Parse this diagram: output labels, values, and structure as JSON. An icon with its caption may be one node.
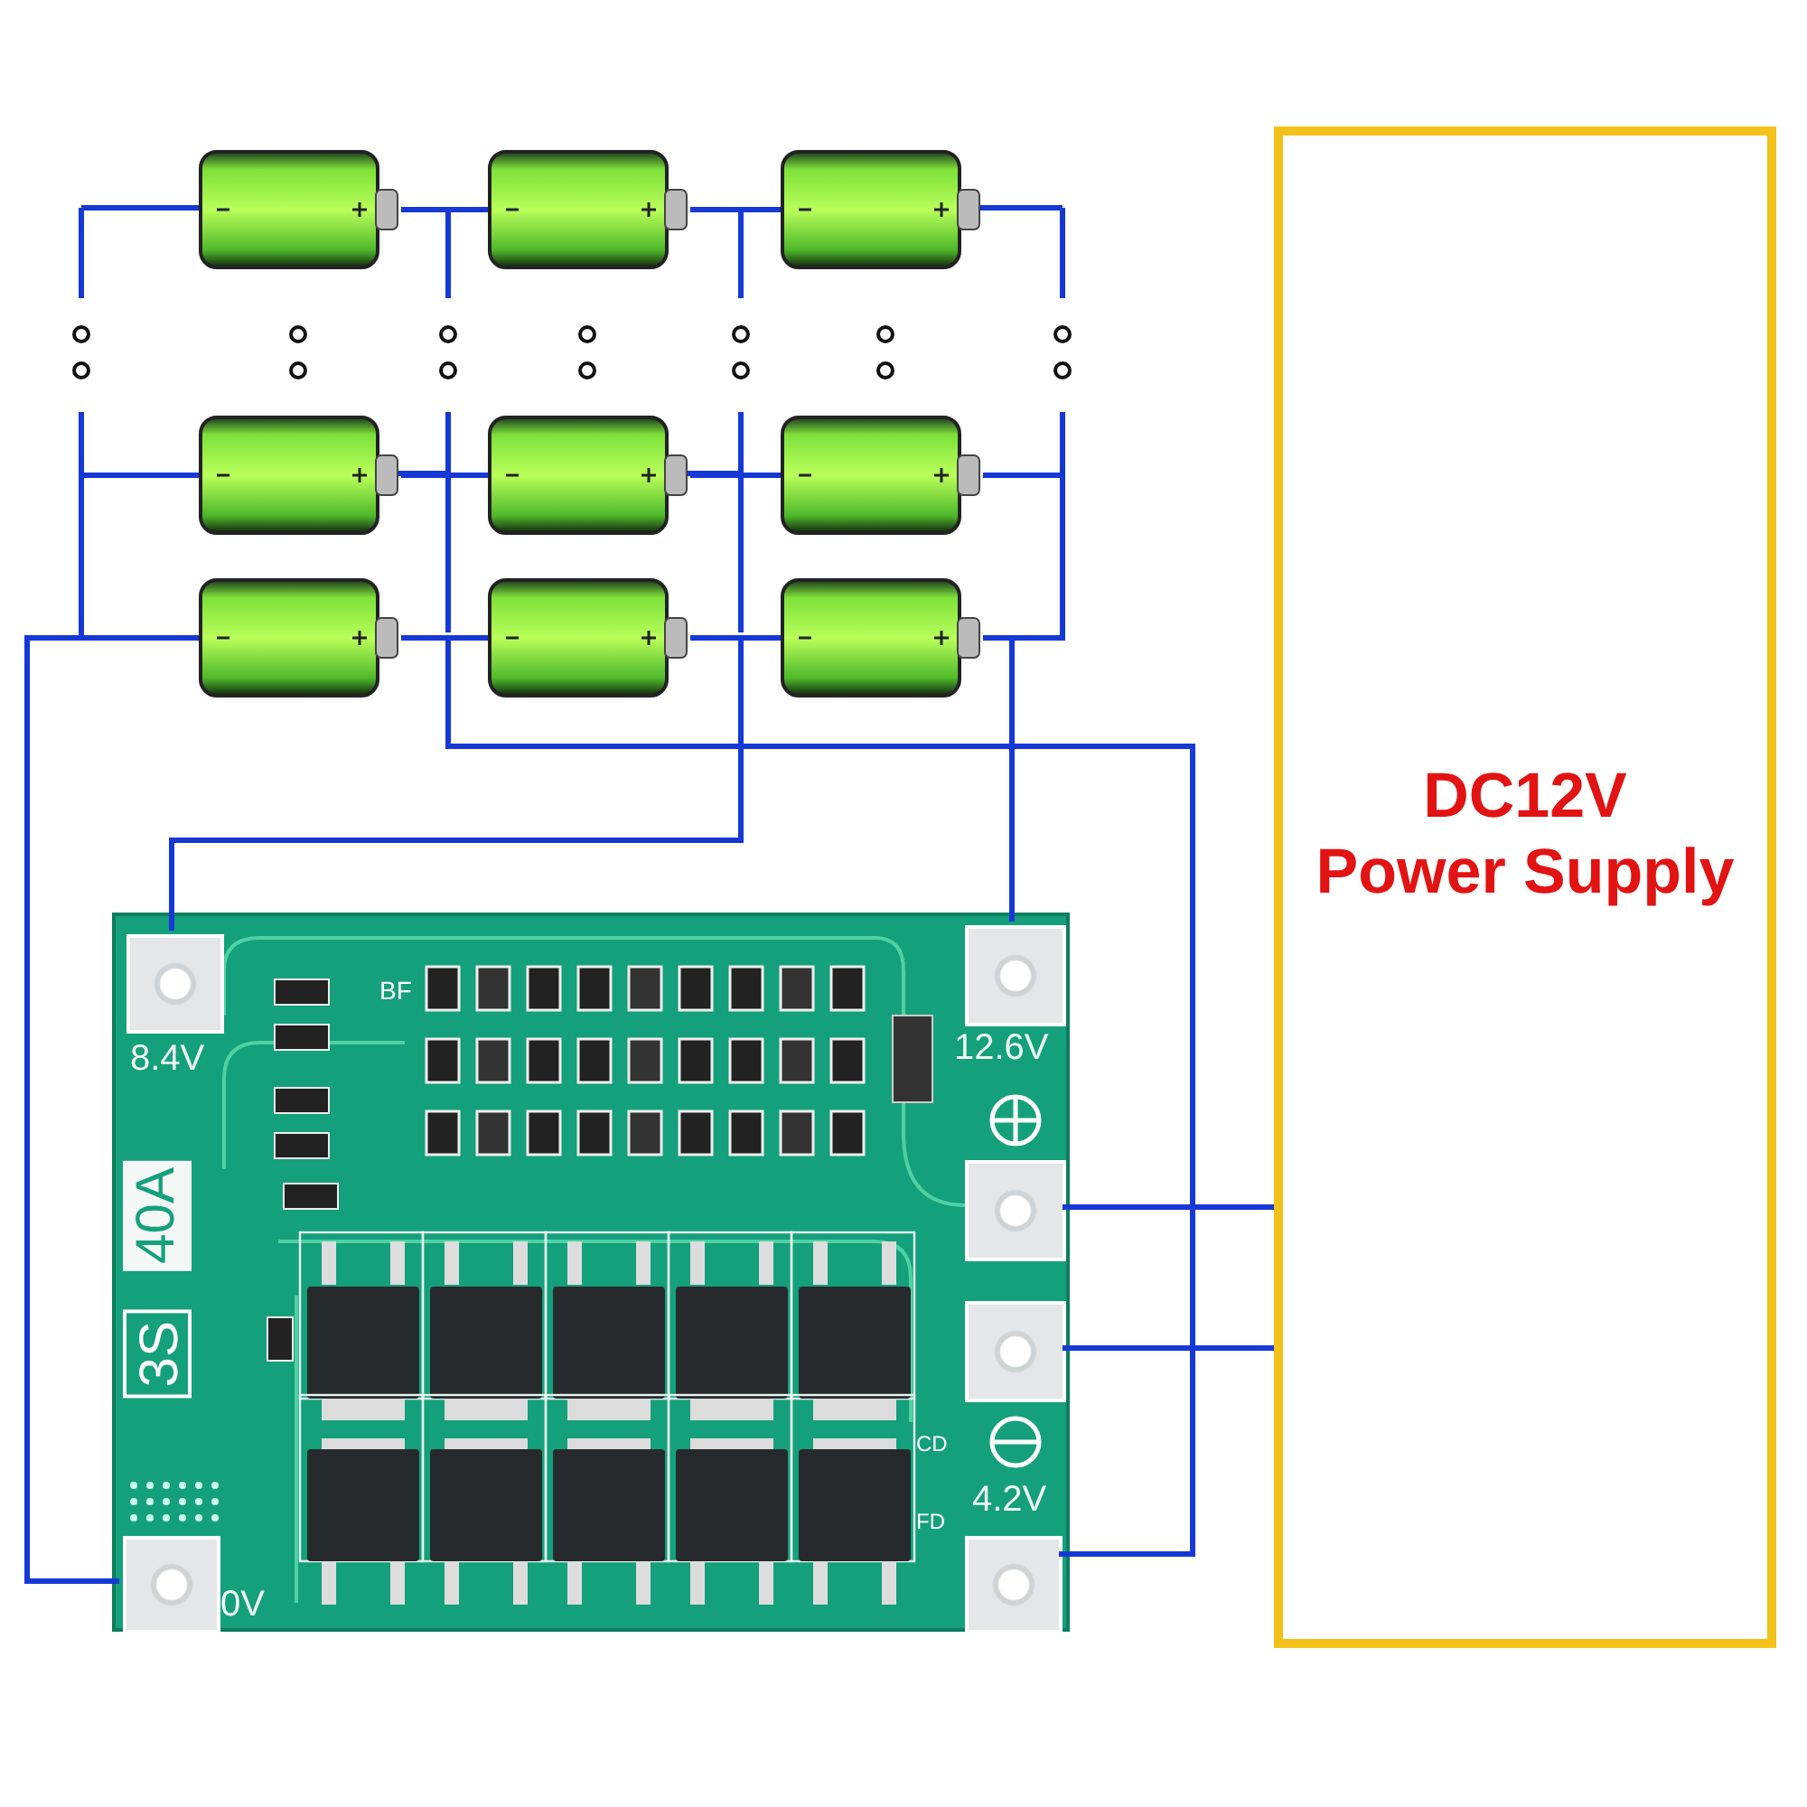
{
  "diagram": {
    "nodes": [
      {
        "text": [],
        "shape": "battery"
      },
      {
        "text": [],
        "shape": "battery"
      },
      {
        "text": [],
        "shape": "battery"
      },
      {
        "text": [],
        "shape": "battery"
      },
      {
        "text": [],
        "shape": "battery"
      },
      {
        "text": [],
        "shape": "battery"
      },
      {
        "text": [],
        "shape": "battery"
      },
      {
        "text": [],
        "shape": "battery"
      },
      {
        "text": [],
        "shape": "battery"
      },
      {
        "text": [
          "DC12V",
          "Power Supply"
        ]
      },
      {
        "text": [],
        "shape": "board"
      },
      {
        "text": [],
        "shape": "pad",
        "in": 10,
        "beside": [
          "8.4V"
        ]
      },
      {
        "text": [],
        "shape": "pad",
        "in": 10,
        "beside": [
          "12.6V"
        ]
      },
      {
        "text": [],
        "shape": "pad",
        "in": 10
      },
      {
        "text": [],
        "shape": "pad",
        "in": 10
      },
      {
        "text": [],
        "shape": "pad",
        "in": 10,
        "beside": [
          "4.2V"
        ]
      },
      {
        "text": [],
        "shape": "pad",
        "in": 10,
        "beside": [
          "0V"
        ]
      }
    ],
    "edges": [
      {
        "from": 0,
        "to": 1,
        "arrow": "none"
      },
      {
        "from": 1,
        "to": 2,
        "arrow": "none"
      },
      {
        "from": 3,
        "to": 4,
        "arrow": "none"
      },
      {
        "from": 4,
        "to": 5,
        "arrow": "none"
      },
      {
        "from": 6,
        "to": 7,
        "arrow": "none"
      },
      {
        "from": 7,
        "to": 8,
        "arrow": "none"
      },
      {
        "from": 6,
        "to": 16,
        "arrow": "none"
      },
      {
        "from": 6,
        "to": 15,
        "arrow": "none"
      },
      {
        "from": 7,
        "to": 11,
        "arrow": "none"
      },
      {
        "from": 8,
        "to": 12,
        "arrow": "none"
      },
      {
        "from": 13,
        "to": 9,
        "arrow": "none"
      },
      {
        "from": 14,
        "to": 9,
        "arrow": "none"
      },
      {
        "from": 3,
        "to": 6,
        "arrow": "none"
      },
      {
        "from": 5,
        "to": 8,
        "arrow": "none"
      }
    ],
    "labels": [
      "BF",
      "40A",
      "3S",
      "CD",
      "FD"
    ]
  }
}
